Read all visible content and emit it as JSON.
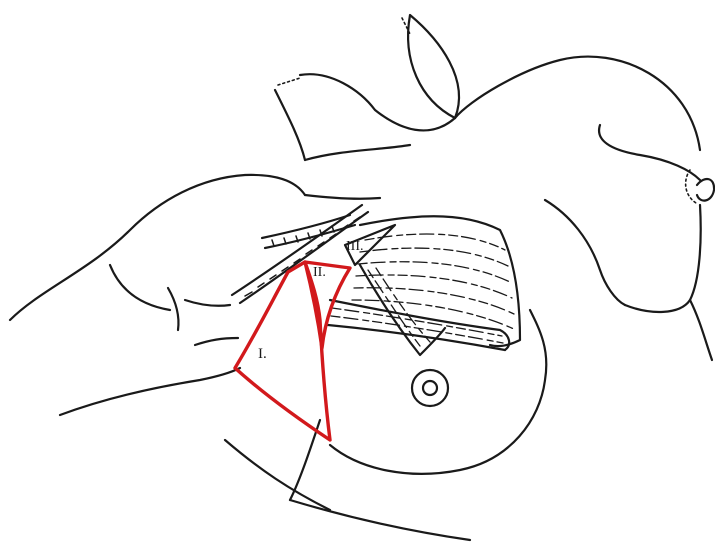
{
  "levels": [
    {
      "label": "I."
    },
    {
      "label": "II."
    },
    {
      "label": "III."
    }
  ],
  "colors": {
    "outline": "#1a1a1a",
    "level_boundary": "#d2191c",
    "background": "#ffffff"
  }
}
